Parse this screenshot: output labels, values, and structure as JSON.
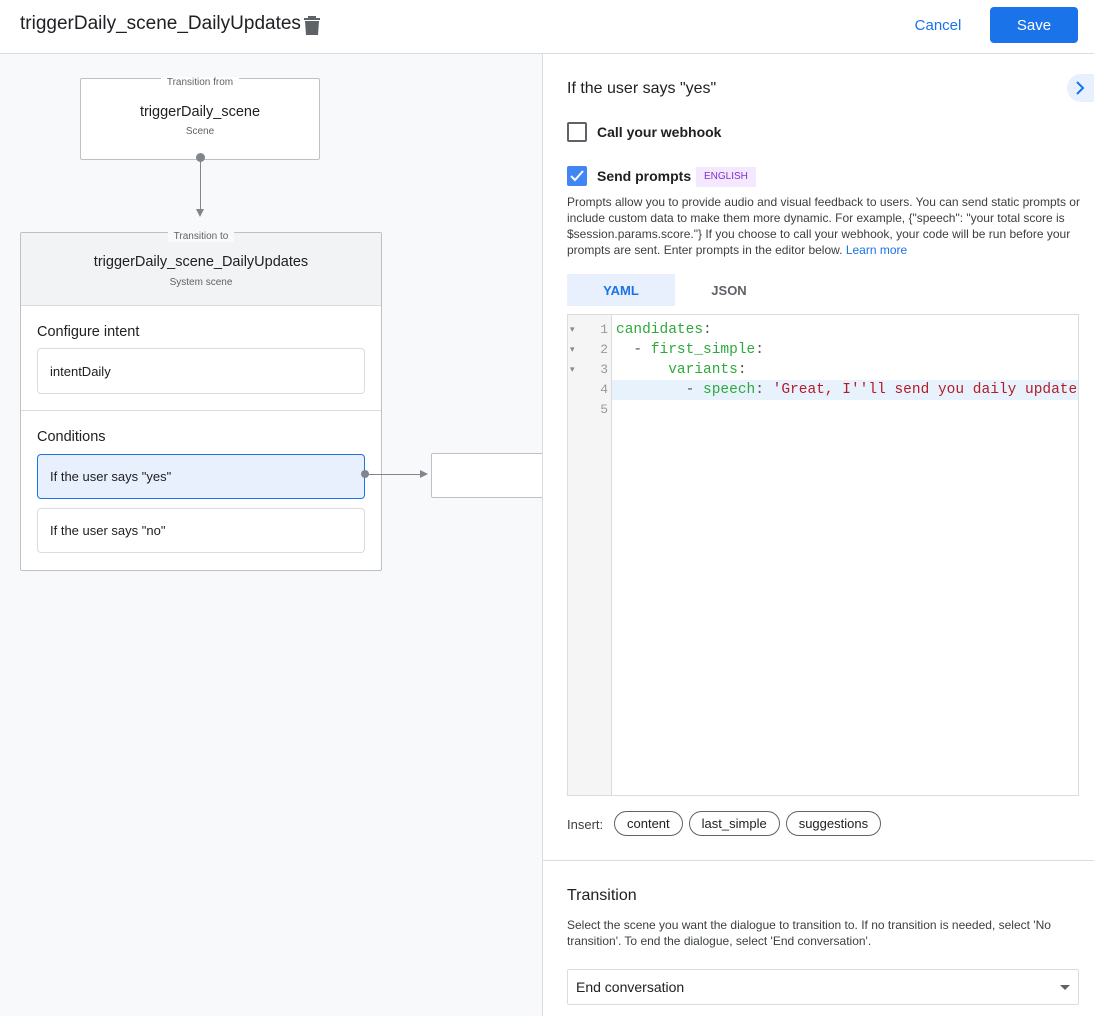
{
  "header": {
    "title": "triggerDaily_scene_DailyUpdates",
    "cancel": "Cancel",
    "save": "Save"
  },
  "canvas": {
    "from": {
      "caption": "Transition from",
      "name": "triggerDaily_scene",
      "type": "Scene"
    },
    "to": {
      "caption": "Transition to",
      "name": "triggerDaily_scene_DailyUpdates",
      "type": "System scene"
    },
    "configure_intent": {
      "label": "Configure intent",
      "intent": "intentDaily"
    },
    "conditions": {
      "label": "Conditions",
      "items": [
        "If the user says \"yes\"",
        "If the user says \"no\""
      ]
    }
  },
  "panel": {
    "heading": "If the user says \"yes\"",
    "webhook": {
      "label": "Call your webhook",
      "checked": false
    },
    "prompts": {
      "label": "Send prompts",
      "checked": true,
      "badge": "ENGLISH",
      "description": "Prompts allow you to provide audio and visual feedback to users. You can send static prompts or include custom data to make them more dynamic. For example, {\"speech\": \"your total score is $session.params.score.\"} If you choose to call your webhook, your code will be run before your prompts are sent. Enter prompts in the editor below.",
      "learn_more": "Learn more"
    },
    "tabs": [
      {
        "label": "YAML",
        "active": true
      },
      {
        "label": "JSON",
        "active": false
      }
    ],
    "code": {
      "line_numbers": [
        "1",
        "2",
        "3",
        "4",
        "5"
      ],
      "lines": [
        {
          "indent": "",
          "dash": "",
          "key": "candidates",
          "colon": ":",
          "value": ""
        },
        {
          "indent": "  ",
          "dash": "- ",
          "key": "first_simple",
          "colon": ":",
          "value": ""
        },
        {
          "indent": "      ",
          "dash": "",
          "key": "variants",
          "colon": ":",
          "value": ""
        },
        {
          "indent": "        ",
          "dash": "- ",
          "key": "speech",
          "colon": ": ",
          "value": "'Great, I''ll send you daily updates."
        },
        {
          "indent": "",
          "dash": "",
          "key": "",
          "colon": "",
          "value": ""
        }
      ],
      "highlighted_line": 4
    },
    "insert": {
      "label": "Insert:",
      "chips": [
        "content",
        "last_simple",
        "suggestions"
      ]
    },
    "transition": {
      "heading": "Transition",
      "description": "Select the scene you want the dialogue to transition to. If no transition is needed, select 'No transition'. To end the dialogue, select 'End conversation'.",
      "selected": "End conversation"
    }
  },
  "colors": {
    "accent": "#1a73e8",
    "badge_bg": "#f3e8fd",
    "badge_text": "#8430ce",
    "selected_bg": "#e8f0fe"
  }
}
